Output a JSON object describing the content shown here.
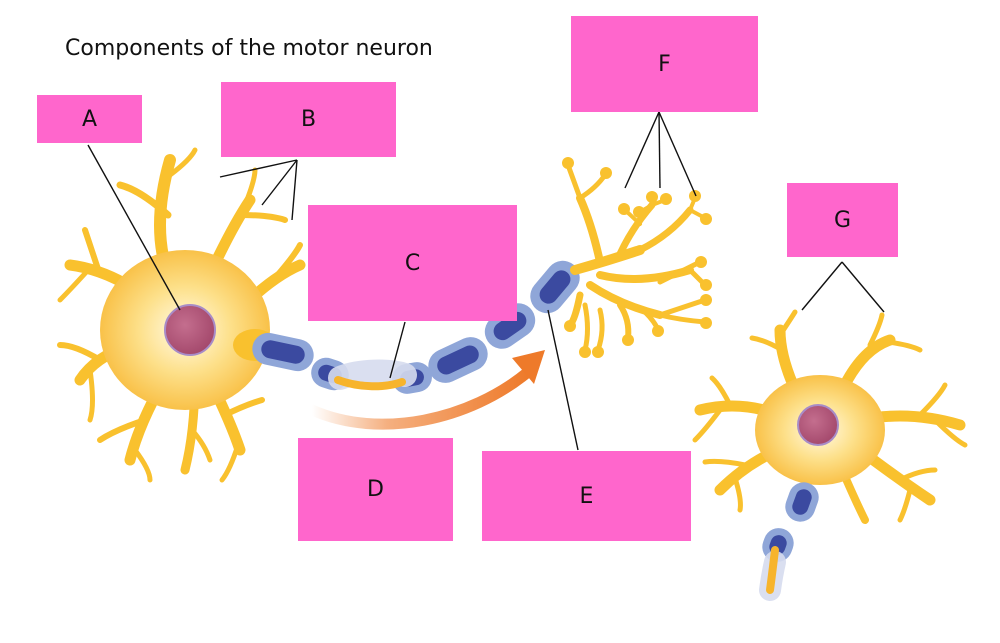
{
  "title": "Components of the motor neuron",
  "labels": {
    "a": "A",
    "b": "B",
    "c": "C",
    "d": "D",
    "e": "E",
    "f": "F",
    "g": "G"
  },
  "colors": {
    "label_box": "#ff66cc",
    "neuron_body": "#f9c12e",
    "nucleus": "#b8587a",
    "myelin": "#8fa6d8",
    "node": "#3b4aa0",
    "axon": "#f7b42c",
    "arrow": "#ee7a2a",
    "leader_line": "#111111"
  }
}
